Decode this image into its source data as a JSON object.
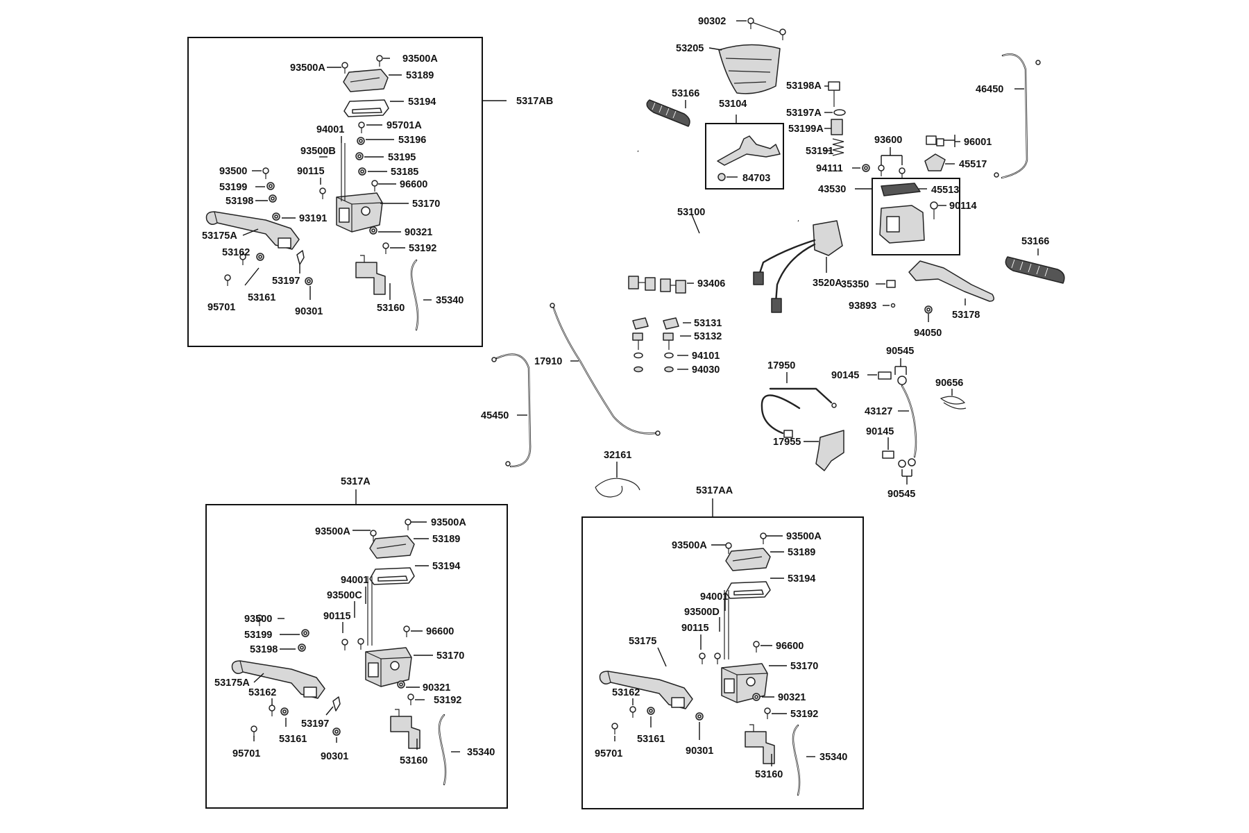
{
  "labels": {
    "5317AB": "5317AB",
    "93500A_a1": "93500A",
    "93500A_a2": "93500A",
    "53189_a": "53189",
    "53194_a": "53194",
    "94001_a": "94001",
    "95701A_a": "95701A",
    "53196_a": "53196",
    "93500B_a": "93500B",
    "53195_a": "53195",
    "93500_a": "93500",
    "90115_a": "90115",
    "53185_a": "53185",
    "96600_a": "96600",
    "53199_a": "53199",
    "53170_a": "53170",
    "53198_a": "53198",
    "93191_a": "93191",
    "53175A_a": "53175A",
    "90321_a": "90321",
    "53162_a": "53162",
    "53192_a": "53192",
    "53197_a": "53197",
    "95701_a": "95701",
    "53161_a": "53161",
    "90301_a": "90301",
    "35340_a": "35340",
    "53160_a": "53160",
    "90302": "90302",
    "53205": "53205",
    "53198A": "53198A",
    "46450": "46450",
    "53166_t": "53166",
    "53104": "53104",
    "53197A": "53197A",
    "53199A": "53199A",
    "93600": "93600",
    "96001": "96001",
    "53191": "53191",
    "45517": "45517",
    "94111": "94111",
    "84703": "84703",
    "43530": "43530",
    "45513": "45513",
    "90114": "90114",
    "53100": "53100",
    "53166_r": "53166",
    "93406": "93406",
    "3520A": "3520A",
    "35350": "35350",
    "53178": "53178",
    "93893": "93893",
    "53131": "53131",
    "53132": "53132",
    "94050": "94050",
    "94101": "94101",
    "17910": "17910",
    "94030": "94030",
    "90545_t": "90545",
    "90145_t": "90145",
    "17950": "17950",
    "90656": "90656",
    "43127": "43127",
    "45450": "45450",
    "90145_b": "90145",
    "17955": "17955",
    "32161": "32161",
    "90545_b": "90545",
    "5317A": "5317A",
    "93500A_b1": "93500A",
    "93500A_b2": "93500A",
    "53189_b": "53189",
    "53194_b": "53194",
    "94001_b": "94001",
    "93500C_b": "93500C",
    "93500_b": "93500",
    "90115_b": "90115",
    "96600_b": "96600",
    "53199_b": "53199",
    "53198_b": "53198",
    "53170_b": "53170",
    "53175A_b": "53175A",
    "90321_b": "90321",
    "53162_b": "53162",
    "53192_b": "53192",
    "53197_b": "53197",
    "95701_b": "95701",
    "53161_b": "53161",
    "90301_b": "90301",
    "35340_b": "35340",
    "53160_b": "53160",
    "5317AA": "5317AA",
    "93500A_c1": "93500A",
    "93500A_c2": "93500A",
    "53189_c": "53189",
    "53194_c": "53194",
    "94001_c": "94001",
    "93500D_c": "93500D",
    "90115_c": "90115",
    "53175_c": "53175",
    "96600_c": "96600",
    "53170_c": "53170",
    "53162_c": "53162",
    "90321_c": "90321",
    "53192_c": "53192",
    "53161_c": "53161",
    "95701_c": "95701",
    "90301_c": "90301",
    "35340_c": "35340",
    "53160_c": "53160"
  },
  "colors": {
    "line": "#111111",
    "background": "#ffffff",
    "part_fill": "#d8d8d8",
    "grip_fill": "#555555"
  }
}
